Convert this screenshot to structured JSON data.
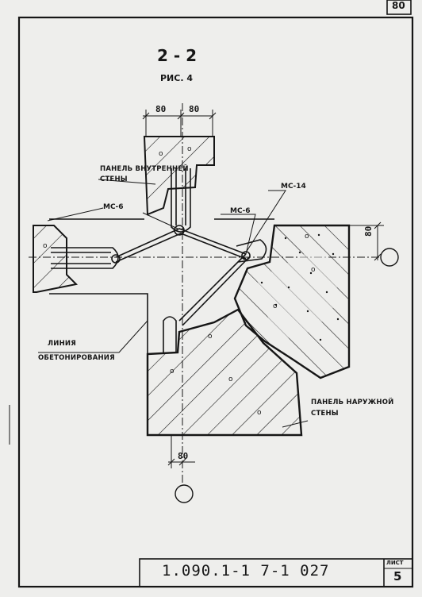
{
  "section": {
    "title": "2 - 2",
    "figure": "РИС. 4"
  },
  "dimensions": {
    "top_left": "80",
    "top_right": "80",
    "right": "80",
    "bottom": "80"
  },
  "marks": {
    "ms6_left": "МС-6",
    "ms6_right": "МС-6",
    "ms14": "МС-14"
  },
  "labels": {
    "inner_panel_line1": "ПАНЕЛЬ ВНУТРЕННЕЙ",
    "inner_panel_line2": "СТЕНЫ",
    "concreting_line1": "ЛИНИЯ",
    "concreting_line2": "ОБЕТОНИРОВАНИЯ",
    "outer_panel_line1": "ПАНЕЛЬ НАРУЖНОЙ",
    "outer_panel_line2": "СТЕНЫ"
  },
  "title_block": {
    "sheet_corner": "80",
    "drawing_code": "1.090.1-1 7-1 027",
    "sheet_label": "ЛИСТ",
    "sheet_number": "5"
  },
  "colors": {
    "ink": "#161616",
    "paper": "#eeeeec"
  }
}
